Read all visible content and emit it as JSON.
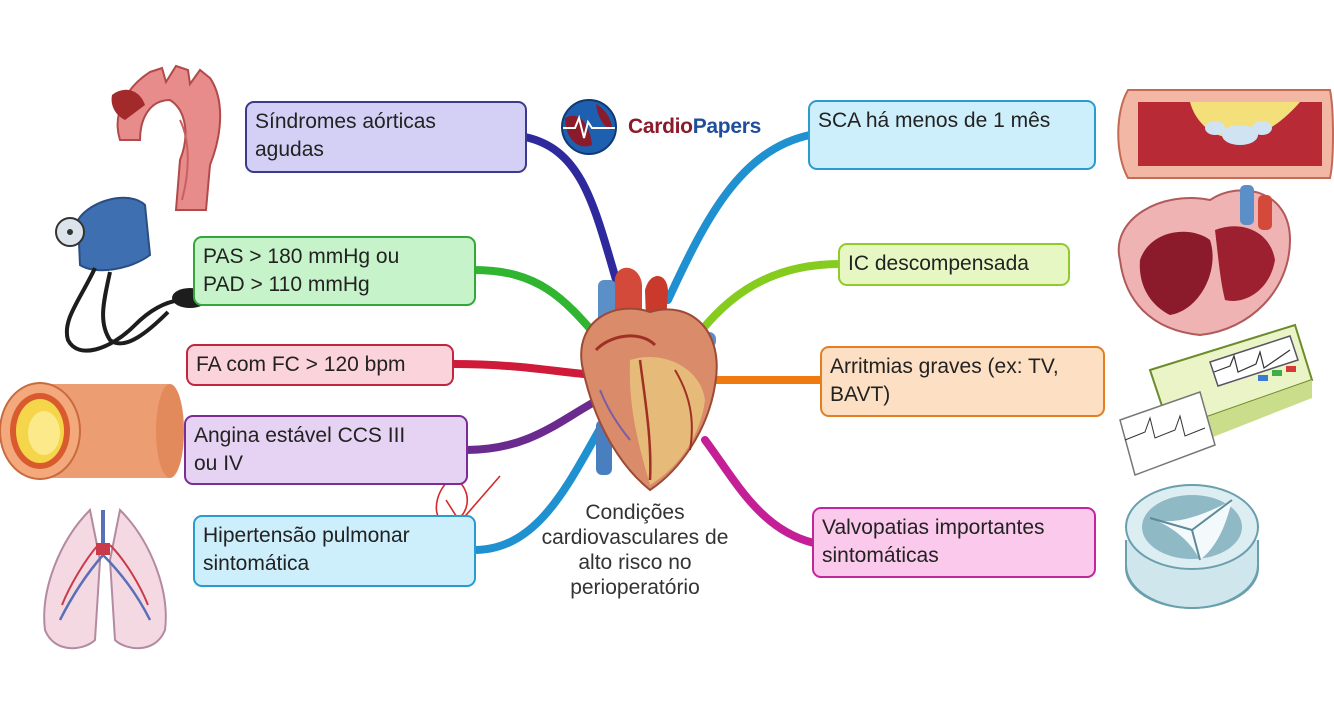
{
  "logo": {
    "part1": "Cardio",
    "part2": "Papers",
    "color1": "#8b1a2b",
    "color2": "#1f4e9c"
  },
  "center": {
    "label": [
      "Condições",
      "cardiovasculares de",
      "alto risco no",
      "perioperatório"
    ]
  },
  "left_nodes": [
    {
      "lines": [
        "Síndromes aórticas",
        "agudas"
      ],
      "bg": "#d4d0f5",
      "border": "#3b3a8c",
      "branch": "#2e2a9e"
    },
    {
      "lines": [
        "PAS > 180 mmHg ou",
        "PAD > 110 mmHg"
      ],
      "bg": "#c6f3c9",
      "border": "#35a63a",
      "branch": "#2fb52f"
    },
    {
      "lines": [
        "FA com FC > 120 bpm"
      ],
      "bg": "#fbd3db",
      "border": "#c2263f",
      "branch": "#d01a3a"
    },
    {
      "lines": [
        "Angina estável CCS III",
        "ou IV"
      ],
      "bg": "#e6d2f2",
      "border": "#7a2d94",
      "branch": "#6a2a8e"
    },
    {
      "lines": [
        "Hipertensão pulmonar",
        "sintomática"
      ],
      "bg": "#cdeefb",
      "border": "#2a9bd0",
      "branch": "#1f90d0"
    }
  ],
  "right_nodes": [
    {
      "lines": [
        "SCA há menos de 1 mês"
      ],
      "bg": "#cdeefb",
      "border": "#2a9bd0",
      "branch": "#1f90d0"
    },
    {
      "lines": [
        "IC descompensada"
      ],
      "bg": "#e6f7c4",
      "border": "#8fcb2a",
      "branch": "#86cc1f"
    },
    {
      "lines": [
        "Arritmias graves (ex: TV,",
        "BAVT)"
      ],
      "bg": "#fde0c4",
      "border": "#e47f1f",
      "branch": "#f07a10"
    },
    {
      "lines": [
        "Valvopatias importantes",
        "sintomáticas"
      ],
      "bg": "#fbc9ec",
      "border": "#c2279a",
      "branch": "#c41f96"
    }
  ],
  "icons": [
    "aorta-illustration",
    "sphygmomanometer-illustration",
    "artery-cross-section-illustration",
    "lungs-illustration",
    "coronary-plaque-illustration",
    "heart-cutaway-illustration",
    "ecg-machine-illustration",
    "heart-valve-illustration",
    "heart-illustration"
  ]
}
